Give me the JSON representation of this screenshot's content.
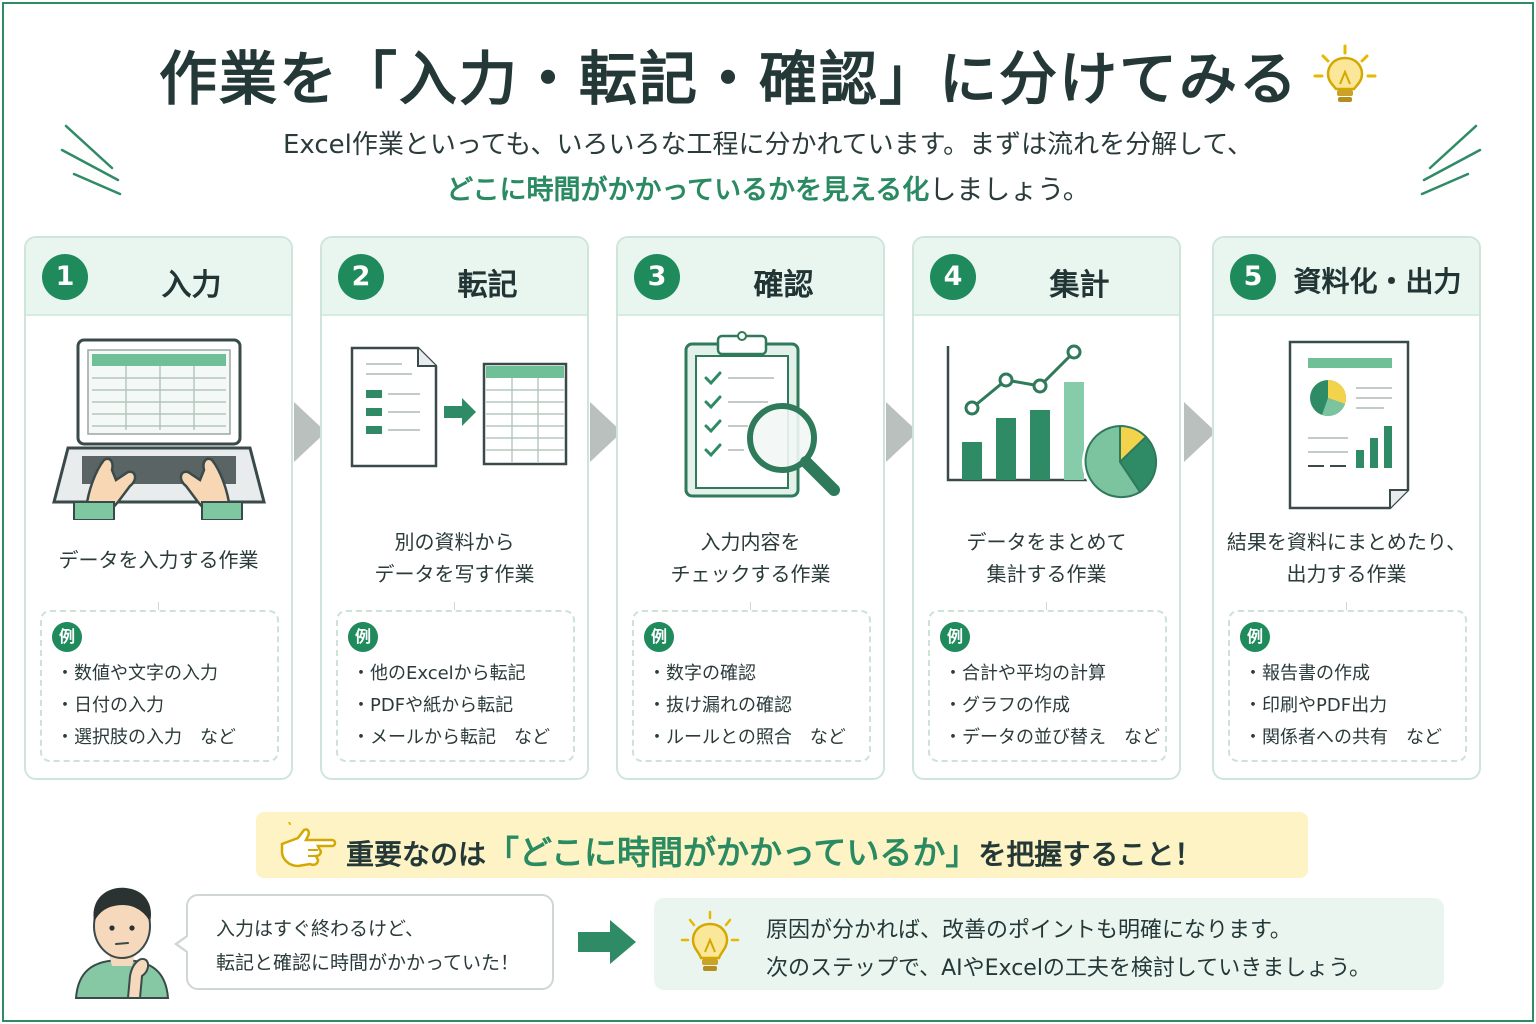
{
  "title": "作業を「入力・転記・確認」に分けてみる",
  "subtitle": {
    "line1": "Excel作業といっても、いろいろな工程に分かれています。まずは流れを分解して、",
    "line2_highlight": "どこに時間がかかっているかを見える化",
    "line2_rest": "しましょう。"
  },
  "example_label": "例",
  "steps": [
    {
      "number": "1",
      "name": "入力",
      "icon": "laptop-typing-icon",
      "desc_lines": [
        "データを入力する作業"
      ],
      "examples": [
        "数値や文字の入力",
        "日付の入力",
        "選択肢の入力　など"
      ]
    },
    {
      "number": "2",
      "name": "転記",
      "icon": "document-transfer-icon",
      "desc_lines": [
        "別の資料から",
        "データを写す作業"
      ],
      "examples": [
        "他のExcelから転記",
        "PDFや紙から転記",
        "メールから転記　など"
      ]
    },
    {
      "number": "3",
      "name": "確認",
      "icon": "clipboard-check-icon",
      "desc_lines": [
        "入力内容を",
        "チェックする作業"
      ],
      "examples": [
        "数字の確認",
        "抜け漏れの確認",
        "ルールとの照合　など"
      ]
    },
    {
      "number": "4",
      "name": "集計",
      "icon": "chart-icon",
      "desc_lines": [
        "データをまとめて",
        "集計する作業"
      ],
      "examples": [
        "合計や平均の計算",
        "グラフの作成",
        "データの並び替え　など"
      ]
    },
    {
      "number": "5",
      "name": "資料化・出力",
      "icon": "report-document-icon",
      "desc_lines": [
        "結果を資料にまとめたり、",
        "出力する作業"
      ],
      "examples": [
        "報告書の作成",
        "印刷やPDF出力",
        "関係者への共有　など"
      ]
    }
  ],
  "callout": {
    "prefix": "重要なのは",
    "highlight": "「どこに時間がかかっているか」",
    "suffix": "を把握すること！"
  },
  "bubble": {
    "line1": "入力はすぐ終わるけど、",
    "line2": "転記と確認に時間がかかっていた！"
  },
  "result": {
    "line1": "原因が分かれば、改善のポイントも明確になります。",
    "line2": "次のステップで、AIやExcelの工夫を検討していきましょう。"
  },
  "colors": {
    "accent": "#1f8a5c",
    "highlight_bg": "#fdf3c4",
    "card_header": "#e9f5ef"
  }
}
